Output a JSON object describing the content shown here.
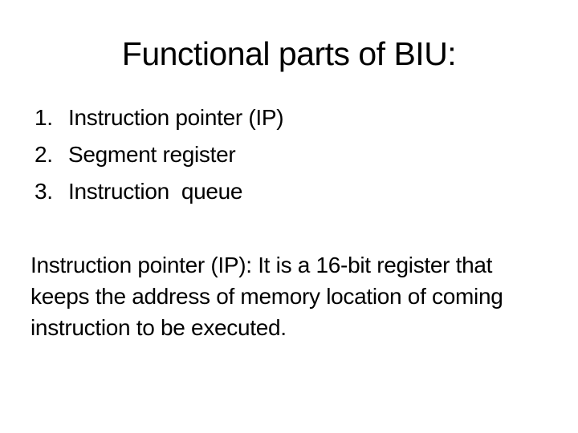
{
  "slide": {
    "title": "Functional parts of BIU:",
    "list": {
      "items": [
        {
          "number": "1.",
          "text": "Instruction pointer (IP)"
        },
        {
          "number": "2.",
          "text": "Segment register"
        },
        {
          "number": "3.",
          "text": "Instruction  queue"
        }
      ]
    },
    "paragraph": {
      "lines": [
        "Instruction pointer (IP): It is a 16-bit register that",
        "keeps the address of memory location of coming",
        "instruction to be executed."
      ]
    },
    "colors": {
      "background": "#ffffff",
      "text": "#000000"
    }
  }
}
